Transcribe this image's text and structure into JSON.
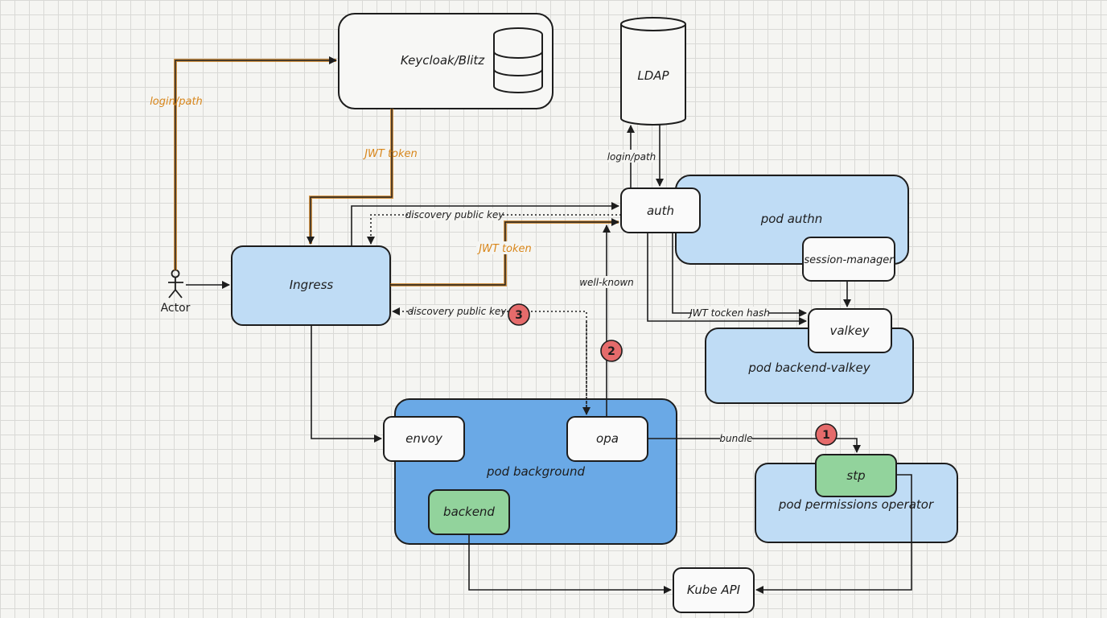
{
  "nodes": {
    "keycloak": "Keycloak/Blitz",
    "ldap": "LDAP",
    "auth": "auth",
    "pod_authn": "pod authn",
    "session_manager": "session-manager",
    "ingress": "Ingress",
    "actor": "Actor",
    "valkey": "valkey",
    "pod_backend_valkey": "pod backend-valkey",
    "envoy": "envoy",
    "opa": "opa",
    "pod_background": "pod background",
    "backend": "backend",
    "stp": "stp",
    "pod_permissions_operator": "pod permissions operator",
    "kube_api": "Kube API"
  },
  "edges": {
    "login_path_actor": "login/path",
    "jwt_token_keycloak": "JWT token",
    "login_path_ldap": "login/path",
    "discovery_top": "discovery public key",
    "jwt_token_ingress": "JWT token",
    "well_known": "well-known",
    "discovery_bottom": "discovery public key",
    "jwt_token_hash": "JWT tocken hash",
    "bundle": "bundle"
  },
  "badges": [
    "1",
    "2",
    "3"
  ],
  "colors": {
    "light_blue": "#bfdcf5",
    "mid_blue": "#6aa9e6",
    "green": "#92d39c",
    "white": "#fafafa",
    "orange_flow": "#c8760f",
    "badge_red": "#e56b6b",
    "stroke": "#1d1d1d"
  }
}
